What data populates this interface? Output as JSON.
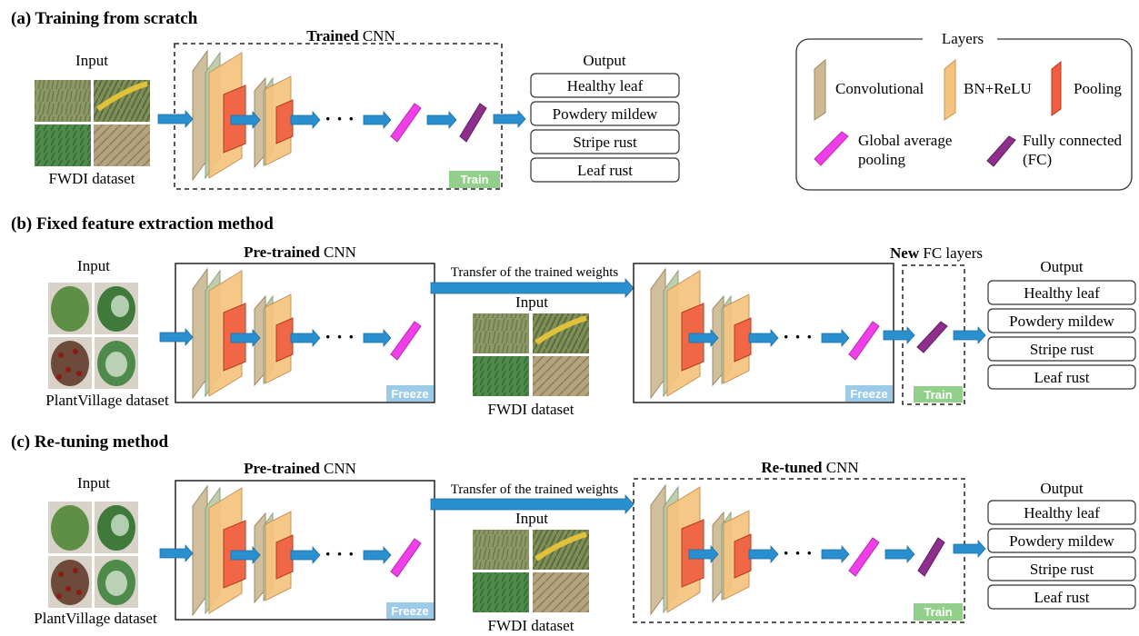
{
  "colors": {
    "conv": "#cdb994",
    "bn": "#f5c37e",
    "pool": "#f05d3f",
    "gap": "#f03ee8",
    "fc": "#8e2f8e",
    "arrow": "#2a8fcf",
    "train_tag": "#92cf8a",
    "freeze_tag": "#9ccbe9"
  },
  "sections": {
    "a": {
      "title": "(a) Training from scratch",
      "input_label": "Input",
      "dataset_label": "FWDI dataset",
      "cnn_bold": "Trained",
      "cnn_rest": " CNN",
      "tag": "Train"
    },
    "b": {
      "title": "(b) Fixed feature extraction method",
      "input_label": "Input",
      "dataset_label": "PlantVillage dataset",
      "cnn1_bold": "Pre-trained",
      "cnn1_rest": " CNN",
      "freeze_tag": "Freeze",
      "transfer_label": "Transfer of the trained weights",
      "mid_input_label": "Input",
      "mid_dataset_label": "FWDI dataset",
      "freeze_tag2": "Freeze",
      "newfc_bold": "New",
      "newfc_rest": " FC layers",
      "train_tag": "Train"
    },
    "c": {
      "title": "(c) Re-tuning method",
      "input_label": "Input",
      "dataset_label": "PlantVillage dataset",
      "cnn1_bold": "Pre-trained",
      "cnn1_rest": " CNN",
      "freeze_tag": "Freeze",
      "transfer_label": "Transfer of the trained weights",
      "mid_input_label": "Input",
      "mid_dataset_label": "FWDI dataset",
      "cnn2_bold": "Re-tuned",
      "cnn2_rest": " CNN",
      "train_tag": "Train"
    }
  },
  "output": {
    "title": "Output",
    "items": [
      "Healthy leaf",
      "Powdery mildew",
      "Stripe rust",
      "Leaf rust"
    ]
  },
  "legend": {
    "title": "Layers",
    "conv": "Convolutional",
    "bn": "BN+ReLU",
    "pool": "Pooling",
    "gap_line1": "Global average",
    "gap_line2": "pooling",
    "fc_line1": "Fully connected",
    "fc_line2": "(FC)"
  },
  "dots": "· · ·"
}
